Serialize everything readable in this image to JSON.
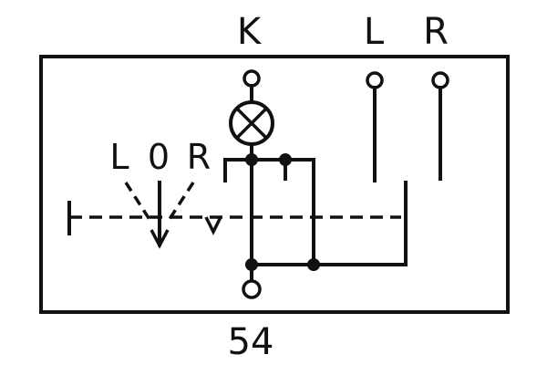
{
  "labels": {
    "top_k": "K",
    "top_l": "L",
    "top_r": "R",
    "switch_l": "L",
    "switch_0": "0",
    "switch_r": "R",
    "bottom": "54"
  }
}
